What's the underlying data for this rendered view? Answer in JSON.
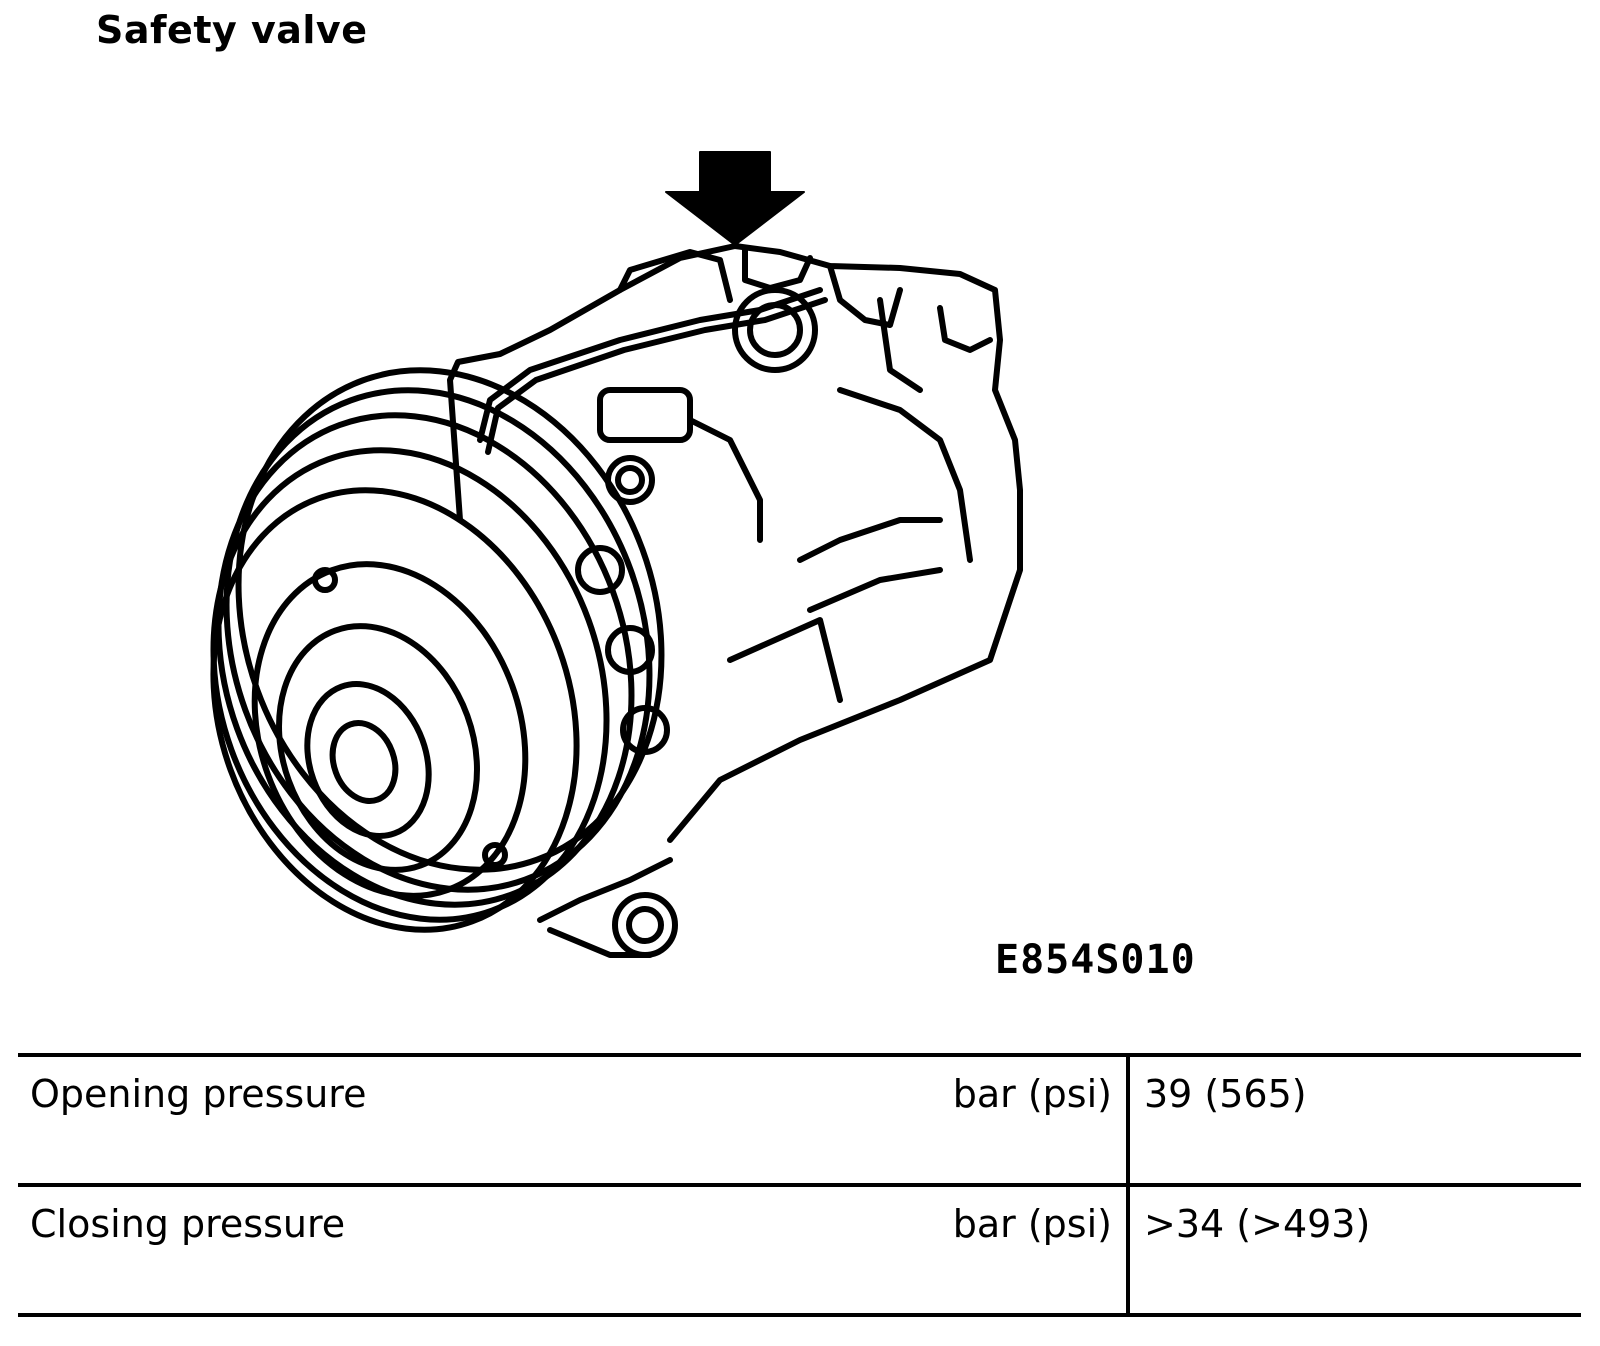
{
  "title": "Safety valve",
  "figure": {
    "code": "E854S010",
    "icons": [
      "down-arrow-indicator",
      "ac-compressor-illustration"
    ]
  },
  "table": {
    "rows": [
      {
        "parameter": "Opening pressure",
        "unit": "bar (psi)",
        "value": "39 (565)"
      },
      {
        "parameter": "Closing pressure",
        "unit": "bar (psi)",
        "value": ">34 (>493)"
      }
    ]
  }
}
